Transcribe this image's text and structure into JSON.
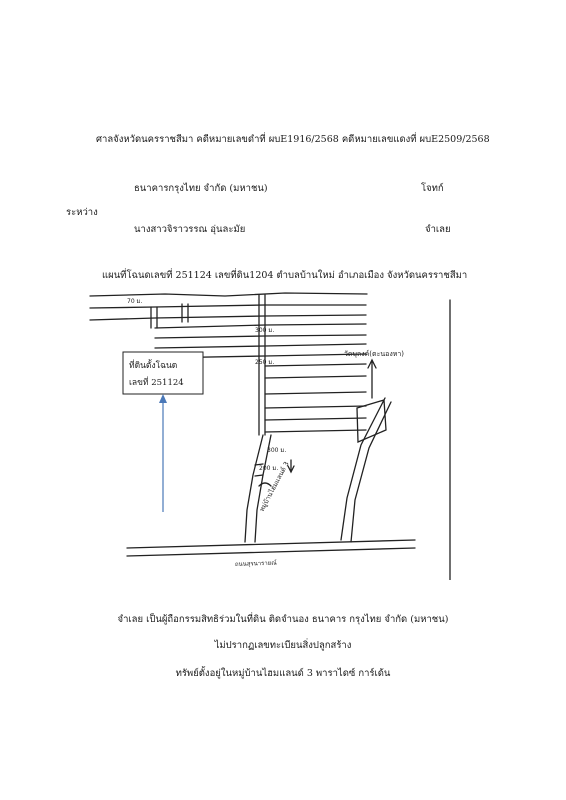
{
  "header": {
    "court_line": "ศาลจังหวัดนครราชสีมา  คดีหมายเลขดำที่ ผบE1916/2568  คดีหมายเลขแดงที่  ผบE2509/2568"
  },
  "parties": {
    "plaintiff_name": "ธนาคารกรุงไทย  จำกัด  (มหาชน)",
    "plaintiff_role": "โจทก์",
    "between": "ระหว่าง",
    "defendant_name": "นางสาวจิราวรรณ อุ่นละมัย",
    "defendant_role": "จำเลย"
  },
  "map": {
    "title": "แผนที่โฉนดเลขที่  251124 เลขที่ดิน1204 ตำบลบ้านใหม่ อำเภอเมือง จังหวัดนครราชสีมา",
    "box_line1": "ที่ดินตั้งโฉนด",
    "box_line2": "เลขที่ 251124",
    "label_temple": "วัดบุลงค์(ตะนองหา)",
    "label_village": "หมู่บ้านไฮมแลนด์ 3",
    "label_road": "ถนนสุรนารายณ์",
    "dist_top": "300 ม.",
    "dist_mid": "250 ม.",
    "dist_right": "300 ม.",
    "dist_left_top": "70 ม.",
    "dist_left_bottom": "200 ม.",
    "arrow_color": "#4a78b8"
  },
  "notes": {
    "line1": "จำเลย เป็นผู้ถือกรรมสิทธิร่วมในที่ดิน ติดจำนอง ธนาคาร กรุงไทย จำกัด (มหาชน)",
    "line2": "ไม่ปรากฏเลขทะเบียนสิ่งปลูกสร้าง",
    "line3": "ทรัพย์ตั้งอยู่ในหมู่บ้านไฮมแลนด์ 3 พาราไดซ์ การ์เด้น"
  }
}
